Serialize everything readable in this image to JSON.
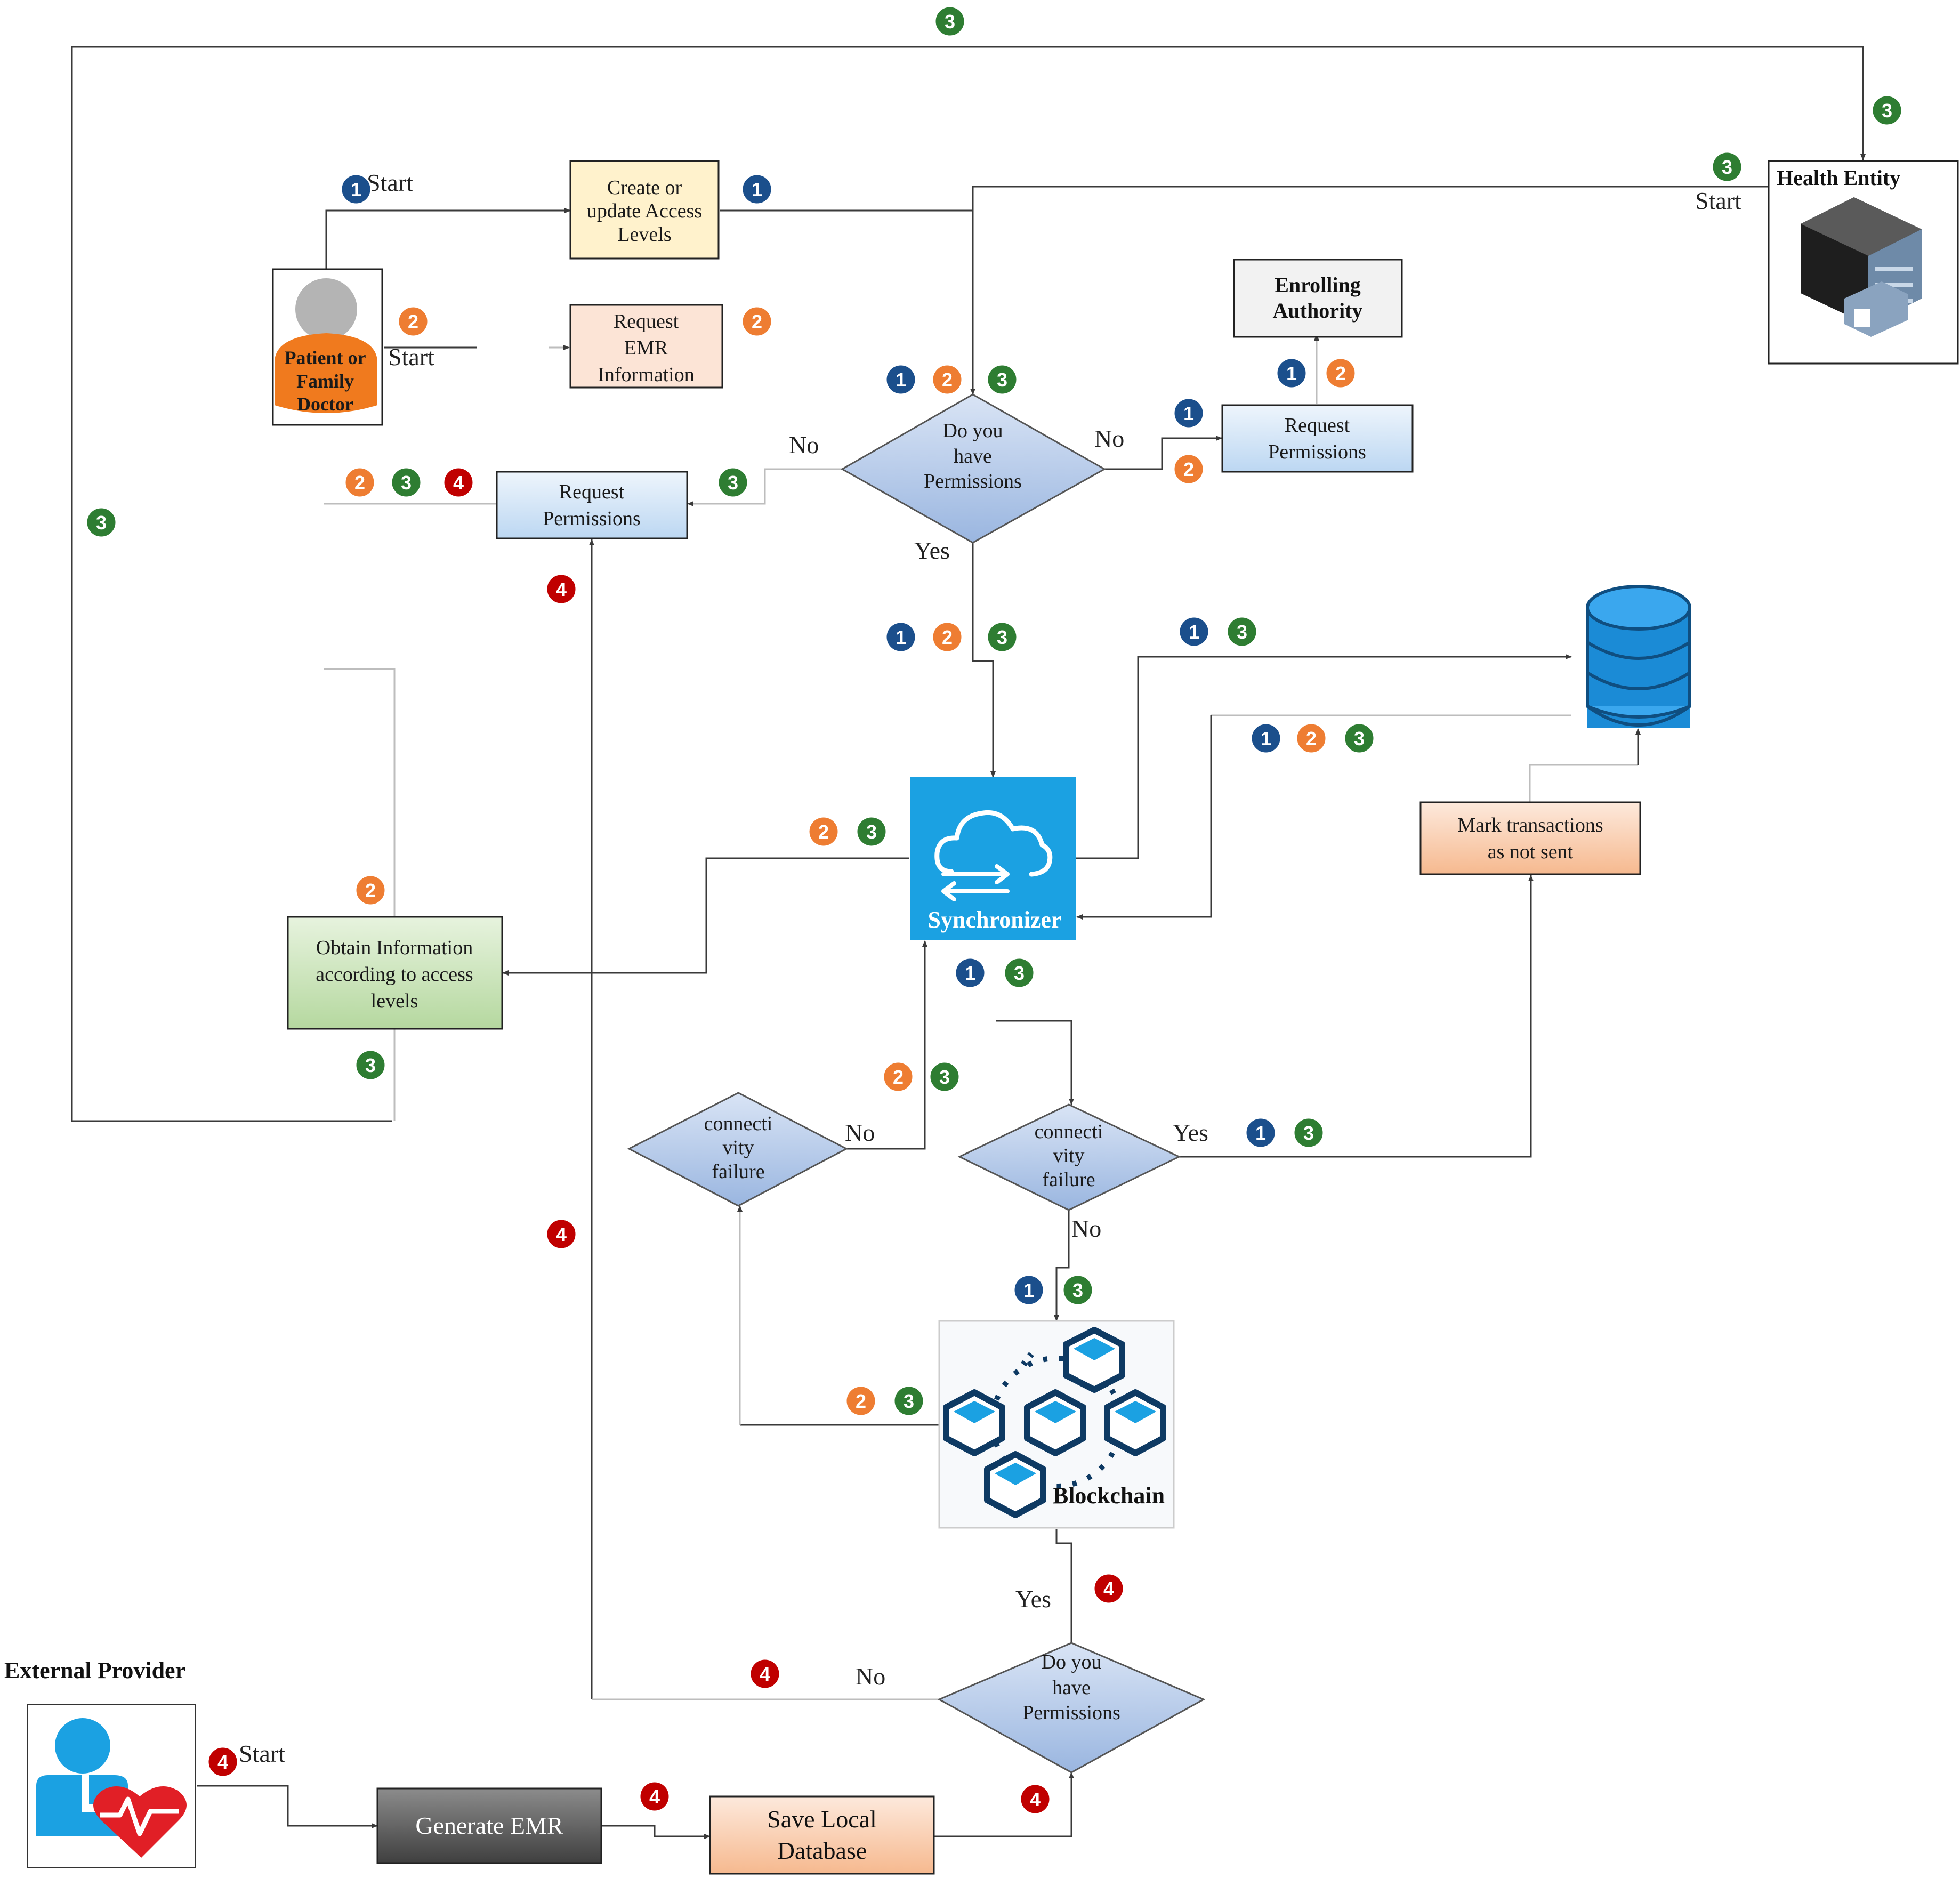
{
  "colors": {
    "badge_1": "#1b4f8c",
    "badge_2": "#ee7d32",
    "badge_3": "#2e7d32",
    "badge_4": "#c00000",
    "access_box": "#fff2cc",
    "emr_box": "#fce4d6",
    "perm_box": "#dbe9f7",
    "obtain_box": "#c6e0b4",
    "mark_box": "#f8cbad",
    "sync": "#1ba1e2",
    "enroll_box": "#f2f2f2",
    "diamond": "#b4c7e7"
  },
  "actors": {
    "patient": [
      "Patient or",
      "Family",
      "Doctor"
    ],
    "health_entity": "Health Entity",
    "external_provider": "External Provider"
  },
  "nodes": {
    "create_access": [
      "Create or",
      "update Access",
      "Levels"
    ],
    "request_emr": [
      "Request",
      "EMR",
      "Information"
    ],
    "enrolling_authority": [
      "Enrolling",
      "Authority"
    ],
    "request_perm_right": [
      "Request",
      "Permissions"
    ],
    "request_perm_left": [
      "Request",
      "Permissions"
    ],
    "decision_top": [
      "Do you",
      "have",
      "Permissions"
    ],
    "decision_bottom": [
      "Do you",
      "have",
      "Permissions"
    ],
    "synchronizer": "Synchronizer",
    "blockchain": "Blockchain",
    "mark_transactions": [
      "Mark transactions",
      "as not sent"
    ],
    "obtain_info": [
      "Obtain Information",
      "according to access",
      "levels"
    ],
    "conn_left": [
      "connecti",
      "vity",
      "failure"
    ],
    "conn_right": [
      "connecti",
      "vity",
      "failure"
    ],
    "generate_emr": "Generate EMR",
    "save_local": [
      "Save Local",
      "Database"
    ]
  },
  "labels": {
    "start": "Start",
    "no": "No",
    "yes": "Yes"
  },
  "badges": {
    "one": "1",
    "two": "2",
    "three": "3",
    "four": "4"
  }
}
